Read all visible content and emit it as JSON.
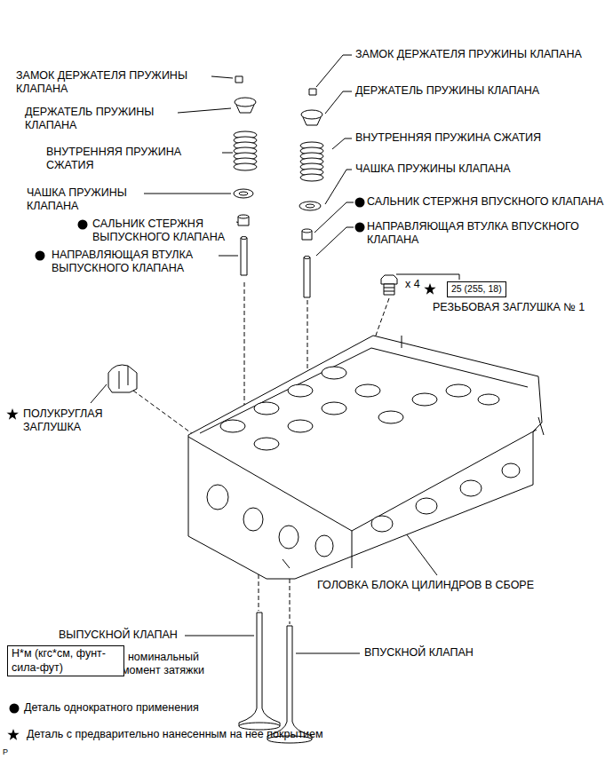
{
  "diagram": {
    "nodes": [
      {
        "text": [
          "25 (255, 18)"
        ]
      },
      {
        "text": [
          "Н*м (кгс*см, фунт-сила-фут)"
        ]
      }
    ],
    "labels": [
      "ЗАМОК ДЕРЖАТЕЛЯ ПРУЖИНЫ КЛАПАНА",
      "ДЕРЖАТЕЛЬ ПРУЖИНЫ КЛАПАНА",
      "ВНУТРЕННЯЯ ПРУЖИНА СЖАТИЯ",
      "ЧАШКА ПРУЖИНЫ КЛАПАНА",
      "САЛЬНИК СТЕРЖНЯ ВЫПУСКНОГО КЛАПАНА",
      "НАПРАВЛЯЮЩАЯ ВТУЛКА ВЫПУСКНОГО КЛАПАНА",
      "ЗАМОК ДЕРЖАТЕЛЯ ПРУЖИНЫ КЛАПАНА",
      "ДЕРЖАТЕЛЬ ПРУЖИНЫ КЛАПАНА",
      "ВНУТРЕННЯЯ ПРУЖИНА СЖАТИЯ",
      "ЧАШКА ПРУЖИНЫ КЛАПАНА",
      "САЛЬНИК СТЕРЖНЯ ВПУСКНОГО КЛАПАНА",
      "НАПРАВЛЯЮЩАЯ ВТУЛКА ВПУСКНОГО КЛАПАНА",
      "x 4",
      "РЕЗЬБОВАЯ ЗАГЛУШКА № 1",
      "ПОЛУКРУГЛАЯ ЗАГЛУШКА",
      "ГОЛОВКА БЛОКА ЦИЛИНДРОВ В СБОРЕ",
      "ВЫПУСКНОЙ КЛАПАН",
      "ВПУСКНОЙ КЛАПАН",
      ": номинальный момент затяжки",
      "P"
    ],
    "legend": [
      {
        "text": "Деталь однократного применения"
      },
      {
        "text": "Деталь с предварительно нанесенным на нее покрытием"
      }
    ]
  }
}
